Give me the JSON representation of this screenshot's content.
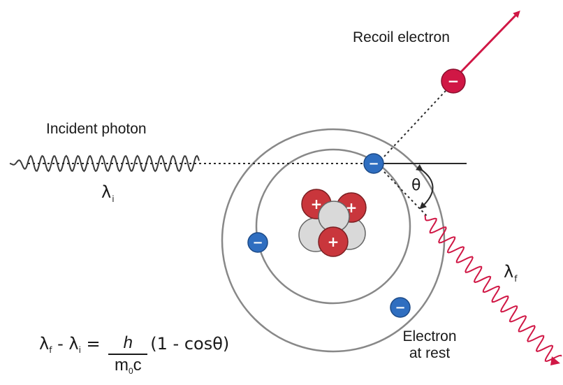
{
  "labels": {
    "recoil_electron": "Recoil electron",
    "incident_photon": "Incident photon",
    "lambda_i": "λ",
    "lambda_i_sub": "i",
    "lambda_f": "λ",
    "lambda_f_sub": "f",
    "theta": "θ",
    "electron_at_rest_line1": "Electron",
    "electron_at_rest_line2": "at rest"
  },
  "particles": {
    "electron_sign": "−",
    "proton_sign": "+"
  },
  "equation": {
    "lhs_a": "λ",
    "lhs_a_sub": "f",
    "minus": " - ",
    "lhs_b": "λ",
    "lhs_b_sub": "i",
    "equals": " = ",
    "numerator": "h",
    "denominator_a": "m",
    "denominator_sub": "0",
    "denominator_b": "c",
    "paren": "(1 - cosθ)"
  },
  "colors": {
    "electron": "#2f6ec0",
    "proton": "#c9363c",
    "neutron": "#d9d9d9",
    "recoil": "#d01745",
    "scattered_photon": "#d01745",
    "incident_photon": "#3a3a3a",
    "orbit": "#888888"
  }
}
